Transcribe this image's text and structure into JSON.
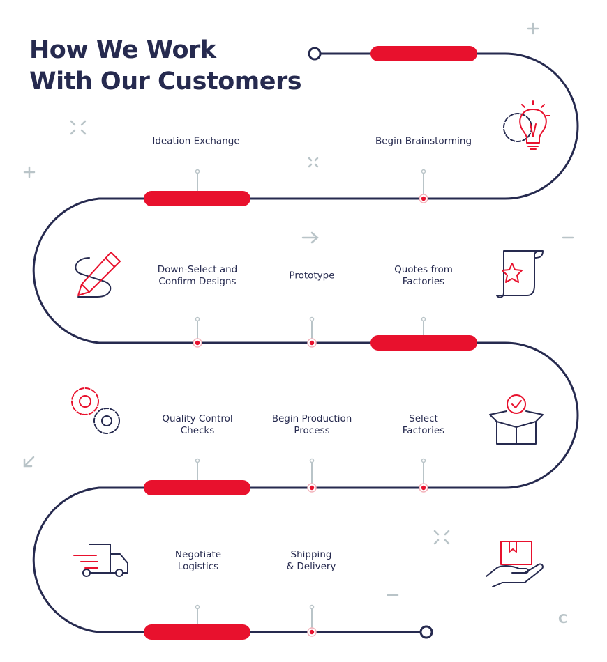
{
  "title": {
    "line1": "How We Work",
    "line2": "With Our Customers"
  },
  "steps": [
    {
      "lines": [
        "Ideation Exchange"
      ]
    },
    {
      "lines": [
        "Begin Brainstorming"
      ]
    },
    {
      "lines": [
        "Down-Select and",
        "Confirm Designs"
      ]
    },
    {
      "lines": [
        "Prototype"
      ]
    },
    {
      "lines": [
        "Quotes from",
        "Factories"
      ]
    },
    {
      "lines": [
        "Quality Control",
        "Checks"
      ]
    },
    {
      "lines": [
        "Begin Production",
        "Process"
      ]
    },
    {
      "lines": [
        "Select",
        "Factories"
      ]
    },
    {
      "lines": [
        "Negotiate",
        "Logistics"
      ]
    },
    {
      "lines": [
        "Shipping",
        "& Delivery"
      ]
    }
  ],
  "icons": {
    "brainstorm": "lightbulb-gear-icon",
    "design": "pencil-icon",
    "quotes": "scroll-star-icon",
    "quality": "gears-icon",
    "factories": "box-check-icon",
    "logistics": "truck-icon",
    "delivery": "hand-package-icon"
  },
  "brand": {
    "mark": "C"
  },
  "colors": {
    "navy": "#262a4f",
    "red": "#e8112d",
    "gray": "#b9c4c8"
  }
}
